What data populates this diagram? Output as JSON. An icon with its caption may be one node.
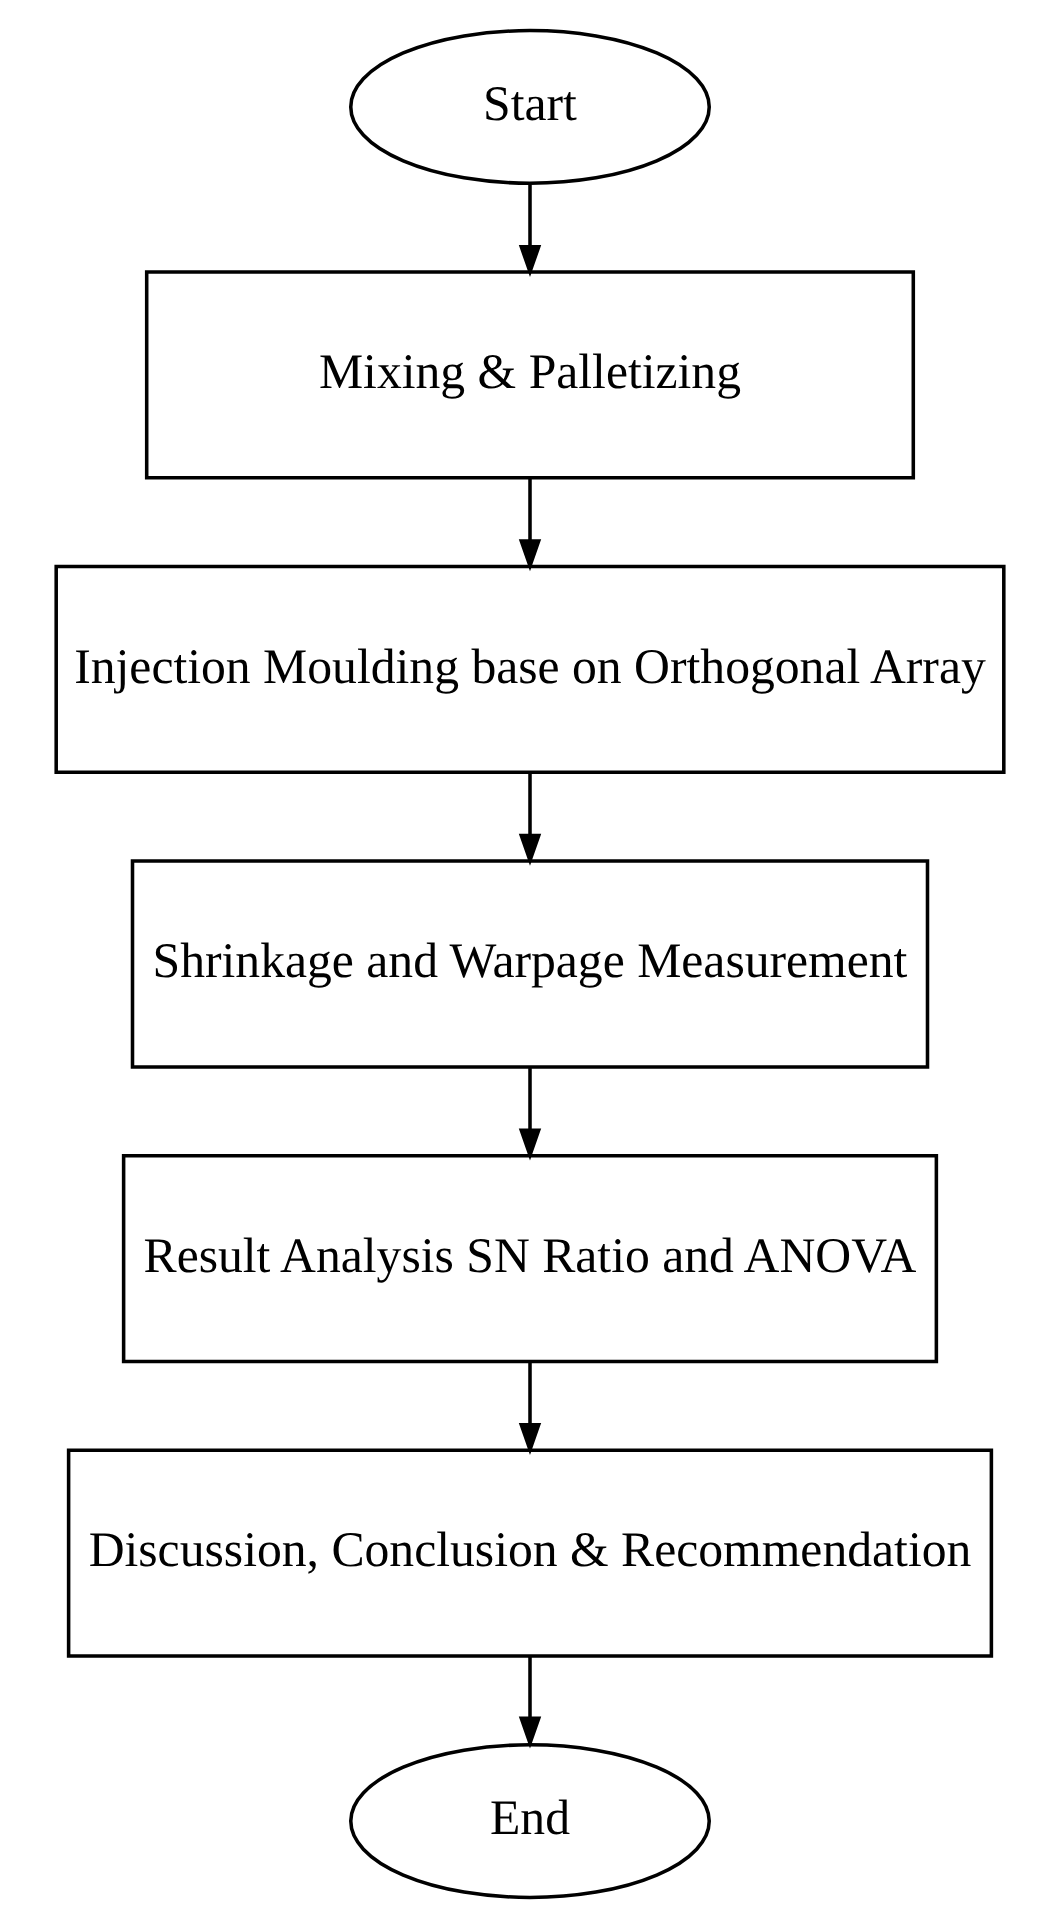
{
  "diagram": {
    "nodes": [
      {
        "text": [
          "Start"
        ]
      },
      {
        "text": [
          "Mixing & Palletizing"
        ]
      },
      {
        "text": [
          "Injection Moulding base on Orthogonal Array"
        ]
      },
      {
        "text": [
          "Shrinkage and Warpage Measurement"
        ]
      },
      {
        "text": [
          "Result Analysis SN Ratio and ANOVA"
        ]
      },
      {
        "text": [
          "Discussion, Conclusion & Recommendation"
        ]
      },
      {
        "text": [
          "End"
        ]
      }
    ],
    "edges": [
      {
        "from": 0,
        "to": 1,
        "arrow": "to"
      },
      {
        "from": 1,
        "to": 2,
        "arrow": "to"
      },
      {
        "from": 2,
        "to": 3,
        "arrow": "to"
      },
      {
        "from": 3,
        "to": 4,
        "arrow": "to"
      },
      {
        "from": 4,
        "to": 5,
        "arrow": "to"
      },
      {
        "from": 5,
        "to": 6,
        "arrow": "to"
      }
    ]
  }
}
